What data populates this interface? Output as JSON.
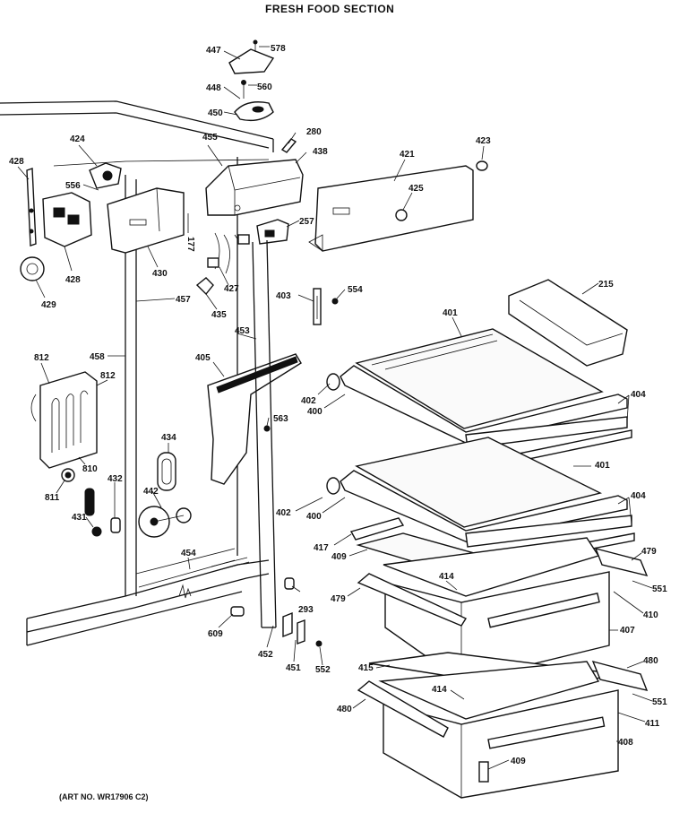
{
  "title": "FRESH FOOD SECTION",
  "art_number": "(ART NO. WR17906 C2)",
  "callouts": {
    "c447": "447",
    "c578": "578",
    "c448": "448",
    "c560": "560",
    "c450": "450",
    "c280": "280",
    "c455": "455",
    "c438": "438",
    "c421": "421",
    "c423": "423",
    "c424": "424",
    "c428a": "428",
    "c556": "556",
    "c425": "425",
    "c428b": "428",
    "c429": "429",
    "c430": "430",
    "c177": "177",
    "c427": "427",
    "c257": "257",
    "c457": "457",
    "c435": "435",
    "c403": "403",
    "c554": "554",
    "c215": "215",
    "c401a": "401",
    "c453": "453",
    "c458": "458",
    "c812a": "812",
    "c812b": "812",
    "c405": "405",
    "c402a": "402",
    "c400a": "400",
    "c404a": "404",
    "c563": "563",
    "c810": "810",
    "c434": "434",
    "c811": "811",
    "c432": "432",
    "c442": "442",
    "c401b": "401",
    "c402b": "402",
    "c400b": "400",
    "c404b": "404",
    "c431": "431",
    "c417": "417",
    "c479a": "479",
    "c409a": "409",
    "c454": "454",
    "c414a": "414",
    "c551a": "551",
    "c479b": "479",
    "c293": "293",
    "c410": "410",
    "c609": "609",
    "c452": "452",
    "c407": "407",
    "c451": "451",
    "c552": "552",
    "c415": "415",
    "c480a": "480",
    "c414b": "414",
    "c551b": "551",
    "c480b": "480",
    "c411": "411",
    "c408": "408",
    "c409b": "409"
  }
}
